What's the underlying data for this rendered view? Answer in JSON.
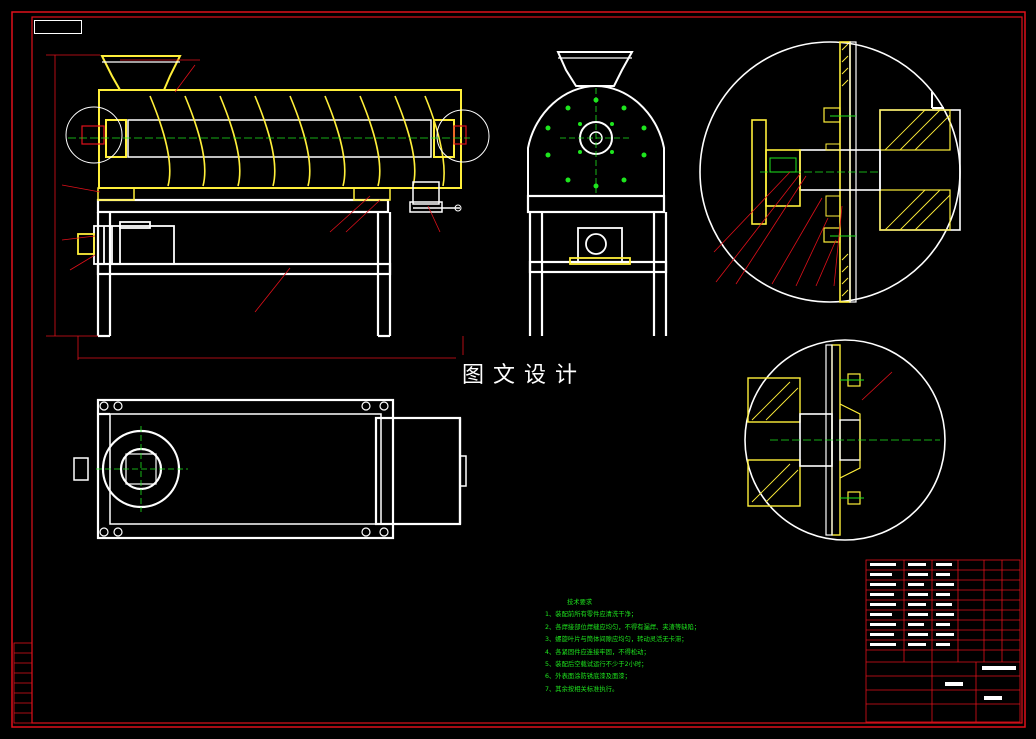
{
  "drawing": {
    "watermark": "图文设计",
    "tech_requirements": {
      "title": "技术要求",
      "items": [
        "1、装配前所有零件应清洗干净；",
        "2、各焊接部位焊缝应均匀，不得有漏焊、夹渣等缺陷；",
        "3、螺旋叶片与筒体间隙应均匀，转动灵活无卡滞；",
        "4、各紧固件应连接牢固，不得松动；",
        "5、装配后空载试运行不少于2小时；",
        "6、外表面涂防锈底漆及面漆；",
        "7、其余按相关标准执行。"
      ]
    }
  }
}
